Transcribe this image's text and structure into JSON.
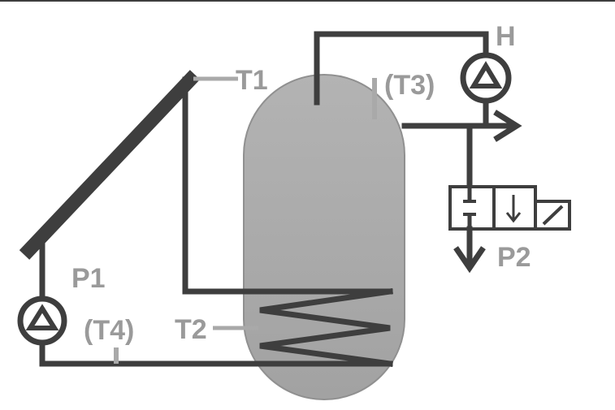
{
  "labels": {
    "t1": "T1",
    "t2": "T2",
    "t3": "(T3)",
    "t4": "(T4)",
    "p1": "P1",
    "p2": "P2",
    "h": "H"
  },
  "colors": {
    "background": "#ffffff",
    "pipe": "#3e3e3e",
    "label": "#9a9a9a",
    "tank_fill": "#a9a9a9",
    "sensor": "#a9a9a9"
  }
}
